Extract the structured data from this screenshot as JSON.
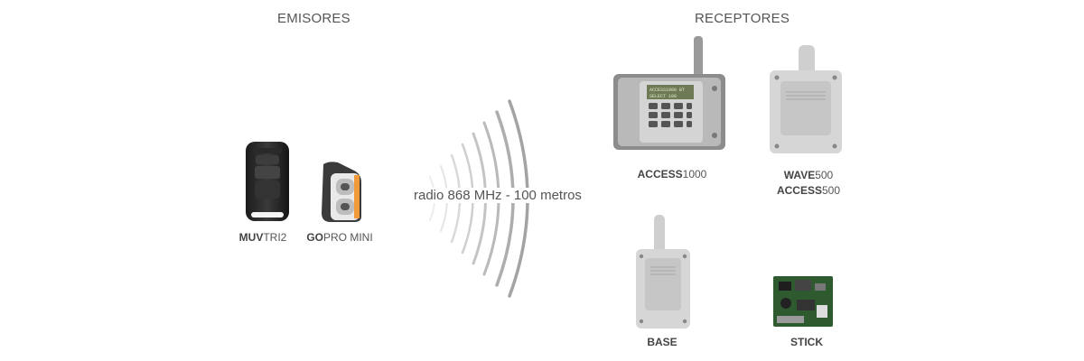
{
  "headings": {
    "emitters": "EMISORES",
    "receivers": "RECEPTORES"
  },
  "emitters": [
    {
      "bold": "MUV",
      "rest": "TRI2"
    },
    {
      "bold": "GO",
      "rest": "PRO MINI"
    }
  ],
  "radio_label": "radio 868 MHz - 100 metros",
  "receivers": [
    {
      "lines": [
        {
          "bold": "ACCESS",
          "rest": "1000"
        }
      ]
    },
    {
      "lines": [
        {
          "bold": "WAVE",
          "rest": "500"
        },
        {
          "bold": "ACCESS",
          "rest": "500"
        }
      ]
    },
    {
      "lines": [
        {
          "bold": "BASE",
          "rest": ""
        }
      ]
    },
    {
      "lines": [
        {
          "bold": "STICK",
          "rest": ""
        }
      ]
    }
  ],
  "access1000_display": [
    "ACCESS1000 BT",
    "SELECT 100"
  ]
}
